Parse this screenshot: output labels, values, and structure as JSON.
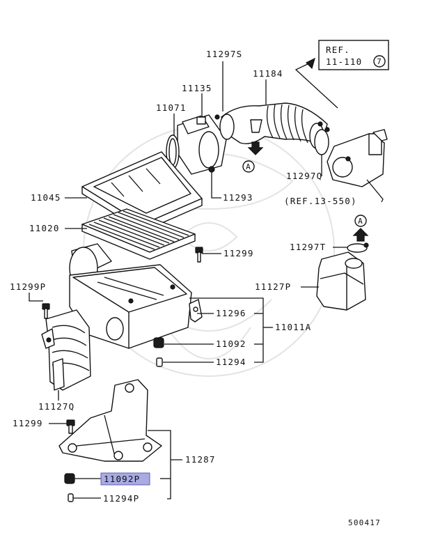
{
  "diagram": {
    "part_labels": {
      "p11297S": "11297S",
      "p11184": "11184",
      "p11135": "11135",
      "p11071": "11071",
      "p11045": "11045",
      "p11293": "11293",
      "p11297Q": "11297Q",
      "p11020": "11020",
      "p11299_top": "11299",
      "p11297T": "11297T",
      "p11299P": "11299P",
      "p11127P": "11127P",
      "p11296": "11296",
      "p11011A": "11011A",
      "p11092": "11092",
      "p11294": "11294",
      "p11127Q": "11127Q",
      "p11299_bottom": "11299",
      "p11287": "11287",
      "p11092P": "11092P",
      "p11294P": "11294P"
    },
    "references": {
      "ref_box_line1": "REF.",
      "ref_box_line2": "11-110",
      "ref_box_circle": "7",
      "ref_bottom": "(REF.13-550)"
    },
    "markers": {
      "arrow_a_left": "A",
      "arrow_a_right": "A"
    },
    "highlighted_part": "11092P",
    "highlight_color": "#a9abe3",
    "figure_id": "500417"
  }
}
